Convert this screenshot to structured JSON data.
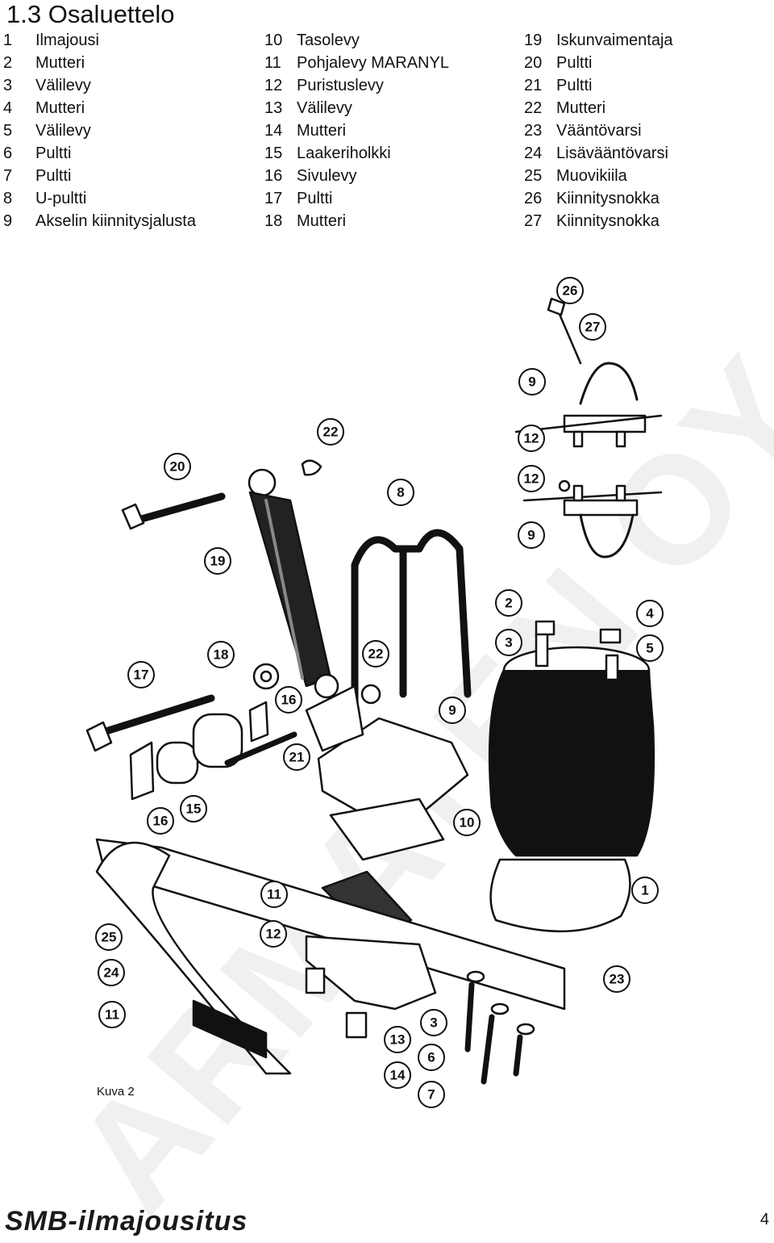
{
  "title": "1.3 Osaluettelo",
  "parts_columns": [
    [
      {
        "num": "1",
        "name": "Ilmajousi"
      },
      {
        "num": "2",
        "name": "Mutteri"
      },
      {
        "num": "3",
        "name": "Välilevy"
      },
      {
        "num": "4",
        "name": "Mutteri"
      },
      {
        "num": "5",
        "name": "Välilevy"
      },
      {
        "num": "6",
        "name": "Pultti"
      },
      {
        "num": "7",
        "name": "Pultti"
      },
      {
        "num": "8",
        "name": "U-pultti"
      },
      {
        "num": "9",
        "name": "Akselin kiinnitysjalusta"
      }
    ],
    [
      {
        "num": "10",
        "name": "Tasolevy"
      },
      {
        "num": "11",
        "name": "Pohjalevy MARANYL"
      },
      {
        "num": "12",
        "name": "Puristuslevy"
      },
      {
        "num": "13",
        "name": "Välilevy"
      },
      {
        "num": "14",
        "name": "Mutteri"
      },
      {
        "num": "15",
        "name": "Laakeriholkki"
      },
      {
        "num": "16",
        "name": "Sivulevy"
      },
      {
        "num": "17",
        "name": "Pultti"
      },
      {
        "num": "18",
        "name": "Mutteri"
      }
    ],
    [
      {
        "num": "19",
        "name": "Iskunvaimentaja"
      },
      {
        "num": "20",
        "name": "Pultti"
      },
      {
        "num": "21",
        "name": "Pultti"
      },
      {
        "num": "22",
        "name": "Mutteri"
      },
      {
        "num": "23",
        "name": "Vääntövarsi"
      },
      {
        "num": "24",
        "name": "Lisävääntövarsi"
      },
      {
        "num": "25",
        "name": "Muovikiila"
      },
      {
        "num": "26",
        "name": "Kiinnitysnokka"
      },
      {
        "num": "27",
        "name": "Kiinnitysnokka"
      }
    ]
  ],
  "watermark": "ARMATEN OY",
  "diagram_callouts": [
    "26",
    "27",
    "9",
    "12",
    "22",
    "20",
    "12",
    "8",
    "9",
    "19",
    "2",
    "4",
    "3",
    "5",
    "18",
    "22",
    "17",
    "16",
    "9",
    "21",
    "16",
    "15",
    "10",
    "1",
    "11",
    "25",
    "12",
    "24",
    "23",
    "11",
    "3",
    "13",
    "6",
    "14",
    "7"
  ],
  "figure_caption": "Kuva 2",
  "footer_brand": "SMB-ilmajousitus",
  "page_number": "4"
}
